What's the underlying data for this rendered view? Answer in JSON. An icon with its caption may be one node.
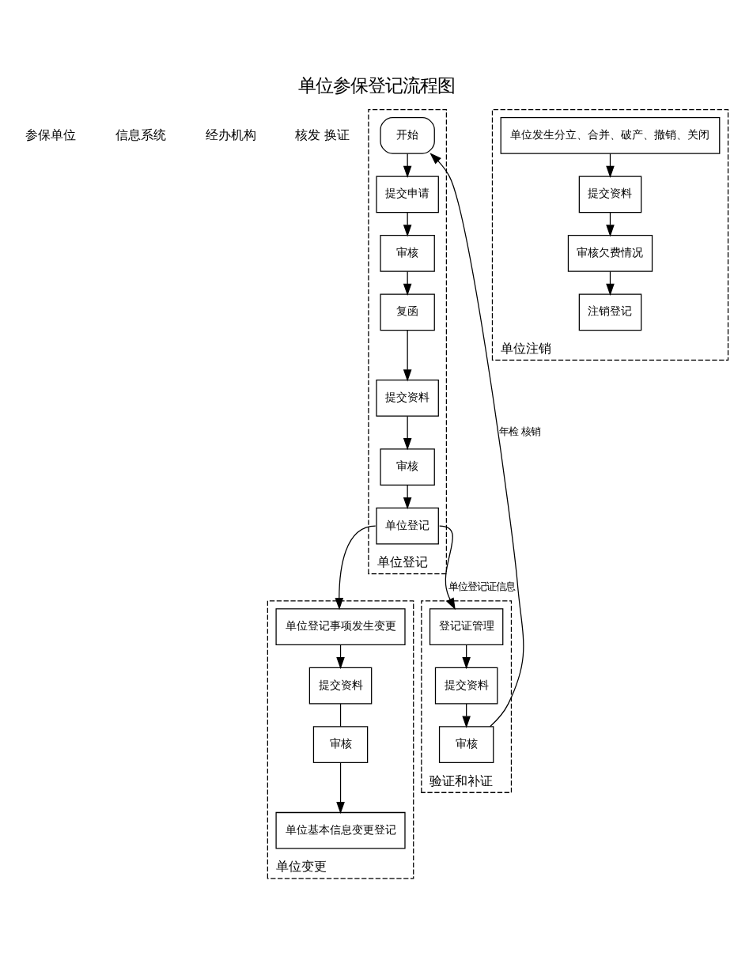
{
  "diagram": {
    "title": "单位参保登记流程图",
    "nodes": [
      {
        "text": [
          "单位登记"
        ]
      },
      {
        "text": [
          "开始"
        ],
        "in": 0
      },
      {
        "text": [
          "提交申请"
        ],
        "in": 0
      },
      {
        "text": [
          "审核"
        ],
        "in": 0
      },
      {
        "text": [
          "复函"
        ],
        "in": 0
      },
      {
        "text": [
          "提交资料"
        ],
        "in": 0
      },
      {
        "text": [
          "审核"
        ],
        "in": 0
      },
      {
        "text": [
          "单位登记"
        ],
        "in": 0
      },
      {
        "text": [
          "单位变更"
        ]
      },
      {
        "text": [
          "单位登记事项发生变更"
        ],
        "in": 8
      },
      {
        "text": [
          "提交资料"
        ],
        "in": 8
      },
      {
        "text": [
          "审核"
        ],
        "in": 8
      },
      {
        "text": [
          "单位基本信息变更登记"
        ],
        "in": 8
      },
      {
        "text": [
          "单位注销"
        ]
      },
      {
        "text": [
          "单位发生分立、合并、破产、撤销、关闭"
        ],
        "in": 13
      },
      {
        "text": [
          "提交资料"
        ],
        "in": 13
      },
      {
        "text": [
          "审核欠费情况"
        ],
        "in": 13
      },
      {
        "text": [
          "注销登记"
        ],
        "in": 13
      },
      {
        "text": [
          "验证和补证"
        ]
      },
      {
        "text": [
          "登记证管理"
        ],
        "in": 18
      },
      {
        "text": [
          "提交资料"
        ],
        "in": 18
      },
      {
        "text": [
          "审核"
        ],
        "in": 18
      }
    ],
    "edges": [
      {
        "from": 1,
        "to": 2,
        "arrow": "to"
      },
      {
        "from": 2,
        "to": 3,
        "arrow": "to"
      },
      {
        "from": 3,
        "to": 4,
        "arrow": "to"
      },
      {
        "from": 4,
        "to": 5,
        "arrow": "to"
      },
      {
        "from": 5,
        "to": 6,
        "arrow": "to"
      },
      {
        "from": 6,
        "to": 7,
        "arrow": "to"
      },
      {
        "from": 7,
        "to": 9,
        "arrow": "to"
      },
      {
        "from": 7,
        "to": 19,
        "arrow": "to",
        "label": "单位登记证信息"
      },
      {
        "from": 9,
        "to": 10,
        "arrow": "to"
      },
      {
        "from": 10,
        "to": 11,
        "arrow": "none"
      },
      {
        "from": 11,
        "to": 12,
        "arrow": "to"
      },
      {
        "from": 14,
        "to": 15,
        "arrow": "to"
      },
      {
        "from": 15,
        "to": 16,
        "arrow": "to"
      },
      {
        "from": 16,
        "to": 17,
        "arrow": "to"
      },
      {
        "from": 19,
        "to": 20,
        "arrow": "to"
      },
      {
        "from": 20,
        "to": 21,
        "arrow": "to"
      },
      {
        "from": 21,
        "to": 1,
        "arrow": "to",
        "label": "年检 核销"
      }
    ],
    "labels": [
      "参保单位",
      "信息系统",
      "经办机构",
      "核发 换证"
    ]
  }
}
